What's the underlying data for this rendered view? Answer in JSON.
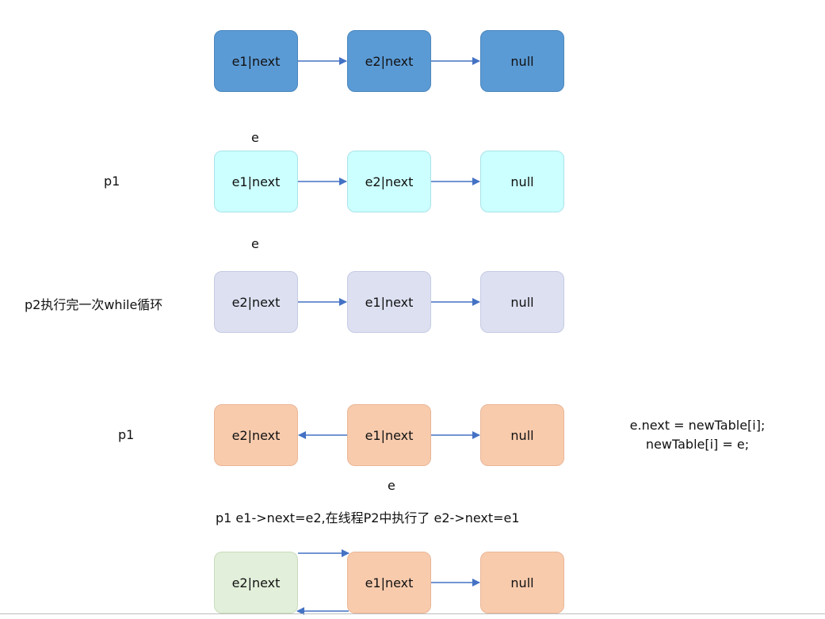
{
  "colors": {
    "row1": "#5b9bd5",
    "row2": "#ccffff",
    "row3": "#dce0f1",
    "row4": "#f8cbad",
    "row5_first": "#e2efda",
    "arrow": "#4472c4"
  },
  "rows": [
    {
      "nodes": [
        "e1|next",
        "e2|next",
        "null"
      ]
    },
    {
      "pointer": "e",
      "side_label": "p1",
      "nodes": [
        "e1|next",
        "e2|next",
        "null"
      ]
    },
    {
      "pointer": "e",
      "side_label": "p2执行完一次while循环",
      "nodes": [
        "e2|next",
        "e1|next",
        "null"
      ]
    },
    {
      "side_label": "p1",
      "pointer_below": "e",
      "nodes": [
        "e2|next",
        "e1|next",
        "null"
      ],
      "code_line1": "e.next = newTable[i];",
      "code_line2": "newTable[i] = e;"
    },
    {
      "caption": "p1 e1->next=e2,在线程P2中执行了 e2->next=e1",
      "nodes": [
        "e2|next",
        "e1|next",
        "null"
      ]
    }
  ]
}
